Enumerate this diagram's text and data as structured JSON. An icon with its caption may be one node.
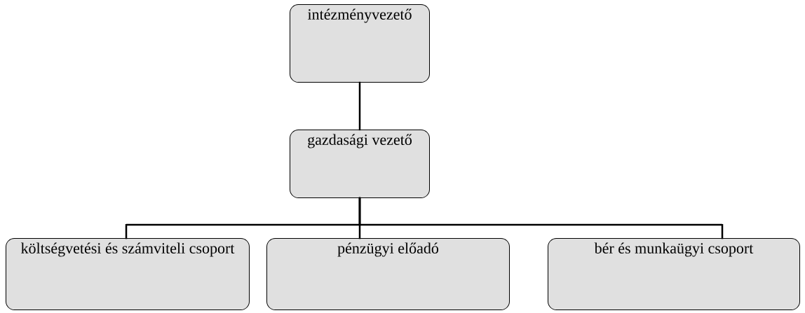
{
  "diagram": {
    "nodes": [
      {
        "text": [
          "intézményvezető"
        ]
      },
      {
        "text": [
          "gazdasági vezető"
        ]
      },
      {
        "text": [
          "költségvetési és számviteli csoport"
        ]
      },
      {
        "text": [
          "pénzügyi előadó"
        ]
      },
      {
        "text": [
          "bér és munkaügyi csoport"
        ]
      }
    ],
    "edges": [
      {
        "from": 0,
        "to": 1,
        "arrow": "none"
      },
      {
        "from": 1,
        "to": 2,
        "arrow": "none"
      },
      {
        "from": 1,
        "to": 3,
        "arrow": "none"
      },
      {
        "from": 1,
        "to": 4,
        "arrow": "none"
      }
    ]
  }
}
